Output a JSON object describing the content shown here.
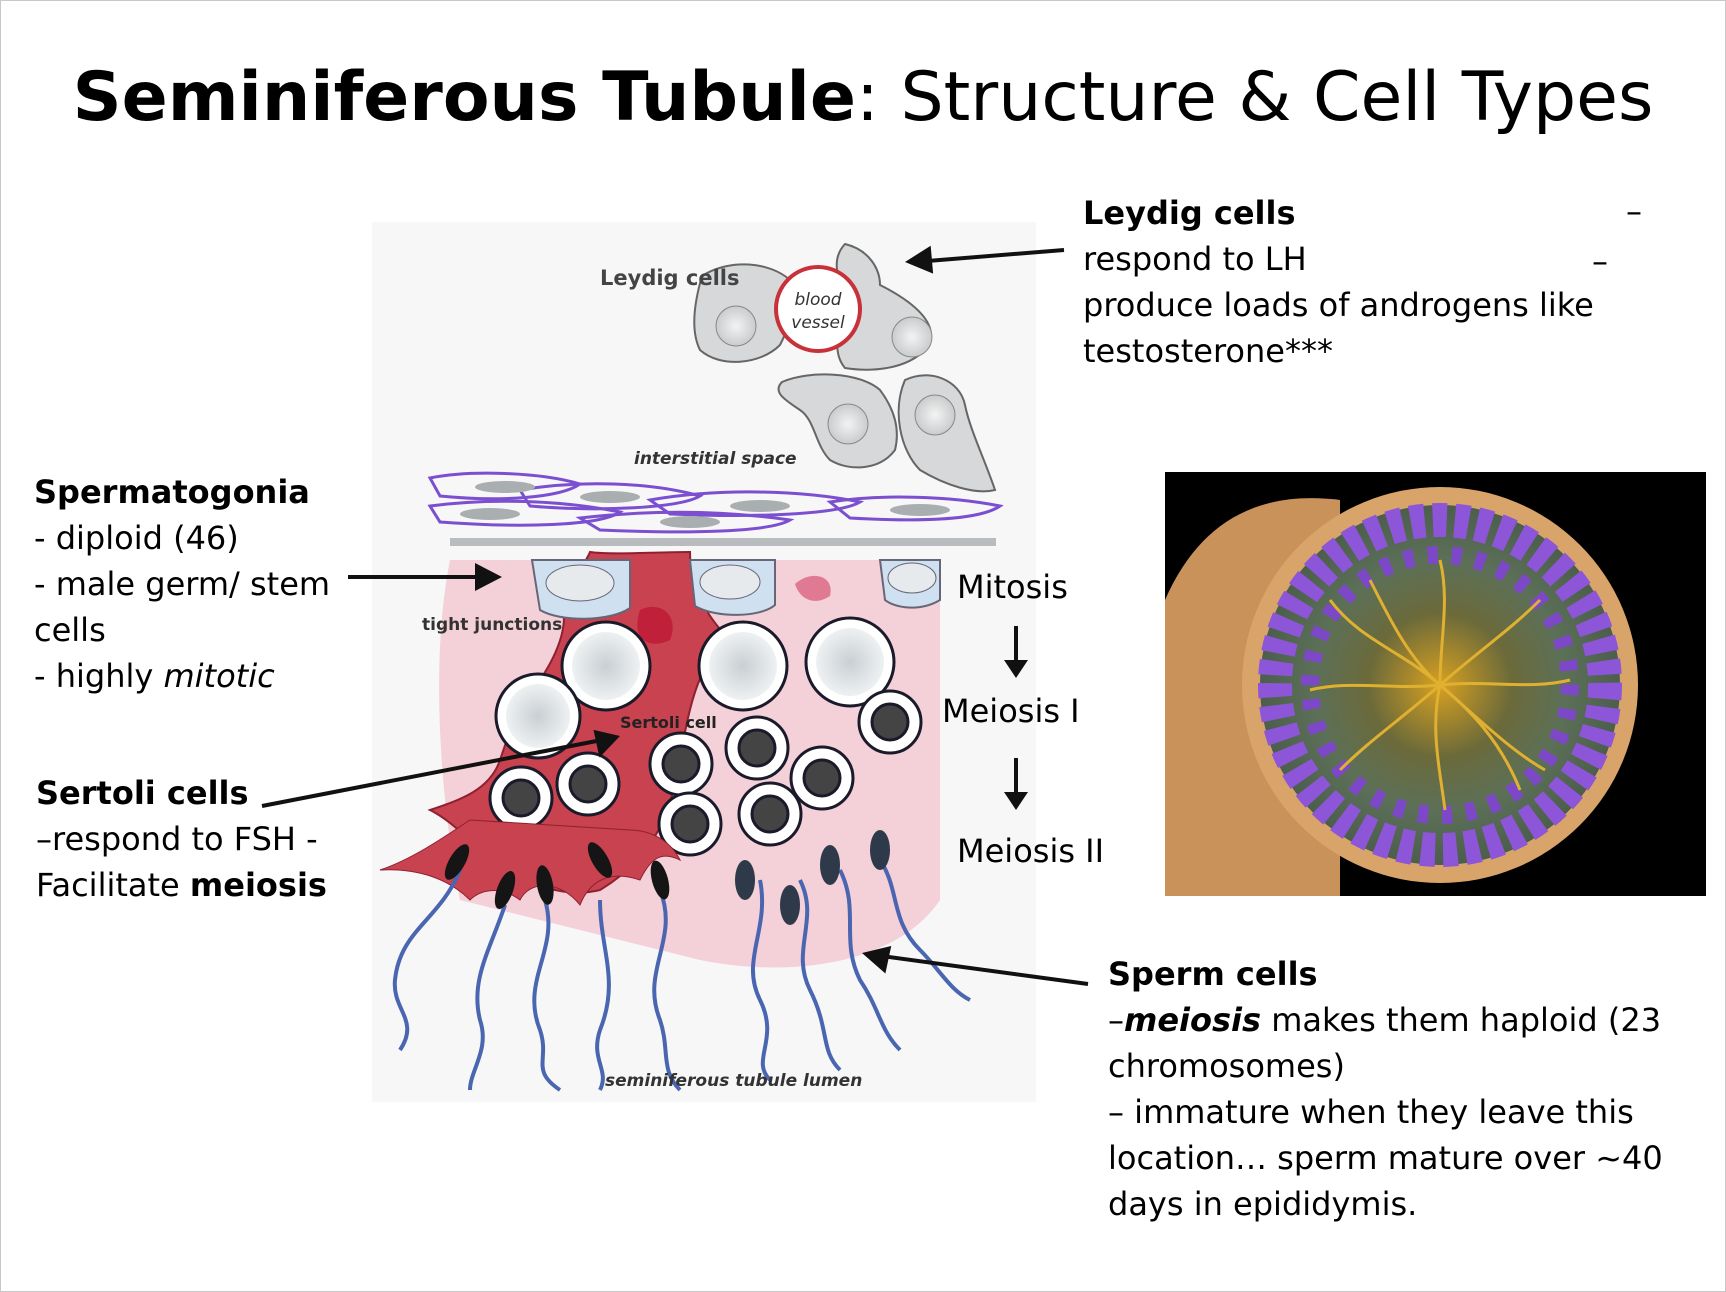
{
  "title": {
    "bold": "Seminiferous Tubule",
    "rest": ": Structure & Cell Types"
  },
  "diagram_labels": {
    "leydig": "Leydig cells",
    "blood1": "blood",
    "blood2": "vessel",
    "interstitial": "interstitial space",
    "tight": "tight junctions",
    "sertoli": "Sertoli cell",
    "lumen": "seminiferous tubule lumen"
  },
  "leydig_note": {
    "heading": "Leydig cells",
    "line1": "respond to LH",
    "line2": "produce loads of androgens like",
    "line3": "testosterone***",
    "dash1": "–",
    "dash2": "–"
  },
  "spermatogonia_note": {
    "heading": "Spermatogonia",
    "line1": "- diploid (46)",
    "line2": "- male germ/ stem",
    "line3": "cells",
    "line4_pre": "- highly ",
    "line4_em": "mitotic"
  },
  "sertoli_note": {
    "heading": "Sertoli cells",
    "line1": "–respond to FSH   -",
    "line2_pre": "Facilitate ",
    "line2_bold": "meiosis"
  },
  "stages": {
    "s1": "Mitosis",
    "s2": "Meiosis I",
    "s3": "Meiosis II"
  },
  "sperm_note": {
    "heading": "Sperm cells",
    "line1_pre": " –",
    "line1_em": "meiosis",
    "line1_post": " makes them haploid (23",
    "line2": "chromosomes)",
    "line3": "– immature when they leave this",
    "line4": "location… sperm mature over ~40",
    "line5": "days in epididymis."
  },
  "colors": {
    "sertoli": "#c8424f",
    "membrane": "#7b4fd0",
    "tail": "#4a66b0",
    "pink": "#f3c9d3"
  }
}
